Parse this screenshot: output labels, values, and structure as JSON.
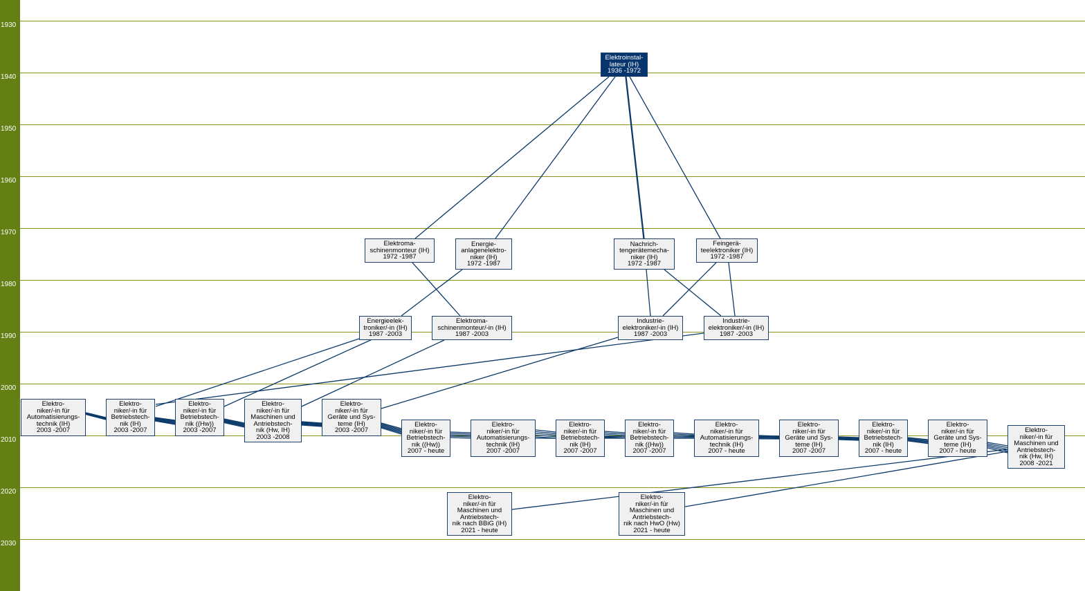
{
  "colors": {
    "axis": "#647f13",
    "gridline": "#8a8f1e",
    "connector": "#0b3a6a",
    "node_fill": "#f0f0f0",
    "node_text": "#000000",
    "node_highlight_fill": "#06346d",
    "node_highlight_text": "#ffffff"
  },
  "years": [
    1930,
    1940,
    1950,
    1960,
    1970,
    1980,
    1990,
    2000,
    2010,
    2020,
    2030
  ],
  "nodes": [
    {
      "id": "n1",
      "lines": [
        "Elektroinstal-",
        "lateur (IH)",
        "1936 -1972"
      ],
      "highlight": true
    },
    {
      "id": "n2",
      "lines": [
        "Elektroma-",
        "schinenmonteur (IH)",
        "1972 -1987"
      ]
    },
    {
      "id": "n3",
      "lines": [
        "Energie-",
        "anlagenelektro-",
        "niker (IH)",
        "1972 -1987"
      ]
    },
    {
      "id": "n4",
      "lines": [
        "Nachrich-",
        "tengerätemecha-",
        "niker (IH)",
        "1972 -1987"
      ]
    },
    {
      "id": "n5",
      "lines": [
        "Feingerä-",
        "teelektroniker (IH)",
        "1972 -1987"
      ]
    },
    {
      "id": "n6",
      "lines": [
        "Energieelek-",
        "troniker/-in (IH)",
        "1987 -2003"
      ]
    },
    {
      "id": "n7",
      "lines": [
        "Elektroma-",
        "schinenmonteur/-in (IH)",
        "1987 -2003"
      ]
    },
    {
      "id": "n8",
      "lines": [
        "Industrie-",
        "elektroniker/-in (IH)",
        "1987 -2003"
      ]
    },
    {
      "id": "n9",
      "lines": [
        "Industrie-",
        "elektroniker/-in (IH)",
        "1987 -2003"
      ]
    },
    {
      "id": "n10",
      "lines": [
        "Elektro-",
        "niker/-in für",
        "Automatisierungs-",
        "technik (IH)",
        "2003 -2007"
      ]
    },
    {
      "id": "n11",
      "lines": [
        "Elektro-",
        "niker/-in für",
        "Betriebstech-",
        "nik (IH)",
        "2003 -2007"
      ]
    },
    {
      "id": "n12",
      "lines": [
        "Elektro-",
        "niker/-in für",
        "Betriebstech-",
        "nik ((Hw))",
        "2003 -2007"
      ]
    },
    {
      "id": "n13",
      "lines": [
        "Elektro-",
        "niker/-in für",
        "Maschinen und",
        "Antriebstech-",
        "nik (Hw, IH)",
        "2003 -2008"
      ]
    },
    {
      "id": "n14",
      "lines": [
        "Elektro-",
        "niker/-in für",
        "Geräte und Sys-",
        "teme (IH)",
        "2003 -2007"
      ]
    },
    {
      "id": "n15",
      "lines": [
        "Elektro-",
        "niker/-in  für",
        "Betriebstech-",
        "nik ((Hw))",
        "2007 - heute"
      ]
    },
    {
      "id": "n16",
      "lines": [
        "Elektro-",
        "niker/-in für",
        "Automatisierungs-",
        "technik (IH)",
        "2007 -2007"
      ]
    },
    {
      "id": "n17",
      "lines": [
        "Elektro-",
        "niker/-in für",
        "Betriebstech-",
        "nik (IH)",
        "2007 -2007"
      ]
    },
    {
      "id": "n18",
      "lines": [
        "Elektro-",
        "niker/-in für",
        "Betriebstech-",
        "nik ((Hw))",
        "2007 -2007"
      ]
    },
    {
      "id": "n19",
      "lines": [
        "Elektro-",
        "niker/-in für",
        "Automatisierungs-",
        "technik (IH)",
        "2007 - heute"
      ]
    },
    {
      "id": "n20",
      "lines": [
        "Elektro-",
        "niker/-in für",
        "Geräte und Sys-",
        "teme (IH)",
        "2007 -2007"
      ]
    },
    {
      "id": "n21",
      "lines": [
        "Elektro-",
        "niker/-in  für",
        "Betriebstech-",
        "nik (IH)",
        "2007 - heute"
      ]
    },
    {
      "id": "n22",
      "lines": [
        "Elektro-",
        "niker/-in  für",
        "Geräte und Sys-",
        "teme (IH)",
        "2007 - heute"
      ]
    },
    {
      "id": "n23",
      "lines": [
        "Elektro-",
        "niker/-in für",
        "Maschinen und",
        "Antriebstech-",
        "nik (Hw, IH)",
        "2008 -2021"
      ]
    },
    {
      "id": "n24",
      "lines": [
        "Elektro-",
        "niker/-in für",
        "Maschinen und",
        "Antriebstech-",
        "nik nach BBiG (IH)",
        "2021 - heute"
      ]
    },
    {
      "id": "n25",
      "lines": [
        "Elektro-",
        "niker/-in für",
        "Maschinen und",
        "Antriebstech-",
        "nik nach HwO (Hw)",
        "2021 - heute"
      ]
    }
  ]
}
